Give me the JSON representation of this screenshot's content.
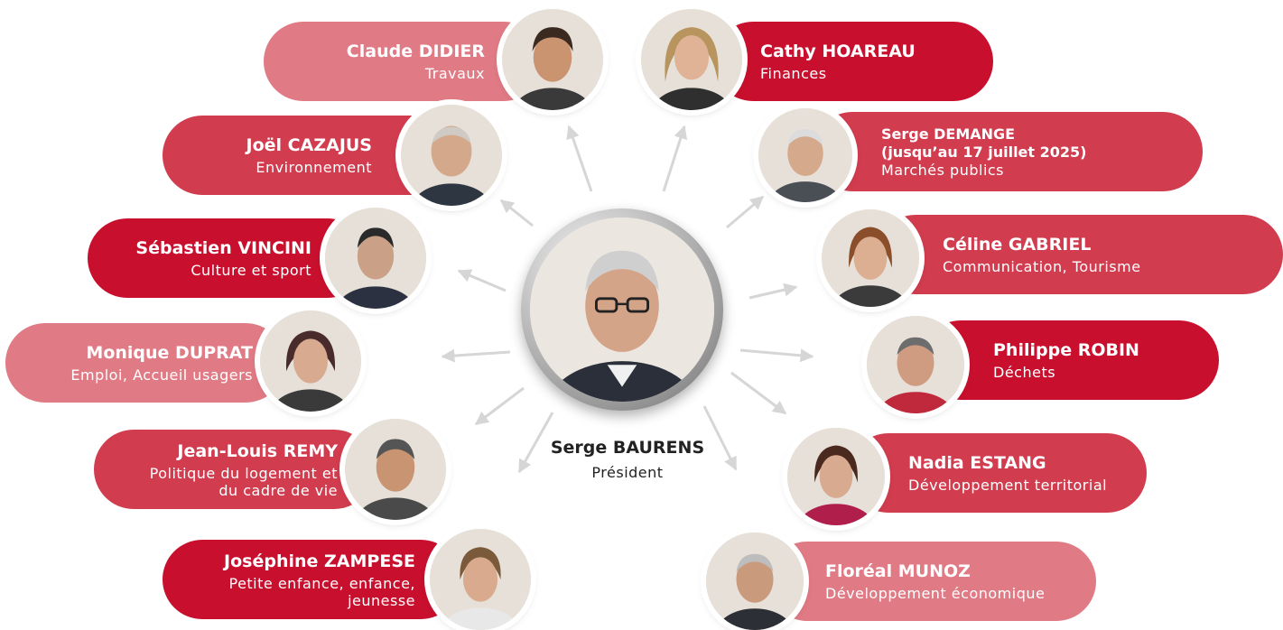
{
  "president": {
    "name": "Serge BAURENS",
    "role": "Président"
  },
  "members": [
    {
      "id": "claude-didier",
      "name": "Claude DIDIER",
      "role": "Travaux"
    },
    {
      "id": "cathy-hoareau",
      "name": "Cathy HOAREAU",
      "role": "Finances"
    },
    {
      "id": "joel-cazajus",
      "name": "Joël CAZAJUS",
      "role": "Environnement"
    },
    {
      "id": "serge-demange",
      "name": "Serge DEMANGE",
      "note": "(jusqu’au 17 juillet 2025)",
      "role": "Marchés publics"
    },
    {
      "id": "sebastien-vincini",
      "name": "Sébastien VINCINI",
      "role": "Culture et sport"
    },
    {
      "id": "celine-gabriel",
      "name": "Céline GABRIEL",
      "role": "Communication, Tourisme"
    },
    {
      "id": "monique-duprat",
      "name": "Monique DUPRAT",
      "role": "Emploi, Accueil usagers"
    },
    {
      "id": "philippe-robin",
      "name": "Philippe ROBIN",
      "role": "Déchets"
    },
    {
      "id": "jean-louis-remy",
      "name": "Jean-Louis REMY",
      "role": "Politique du logement et\ndu cadre de vie"
    },
    {
      "id": "nadia-estang",
      "name": "Nadia ESTANG",
      "role": "Développement territorial"
    },
    {
      "id": "josephine-zampese",
      "name": "Joséphine ZAMPESE",
      "role": "Petite enfance, enfance,\njeunesse"
    },
    {
      "id": "floreal-munoz",
      "name": "Floréal MUNOZ",
      "role": "Développement économique"
    }
  ],
  "colors": {
    "dark": "#c8102e",
    "mid": "#d13c4f",
    "light": "#e07a85",
    "arrow": "#d6d6d6"
  }
}
